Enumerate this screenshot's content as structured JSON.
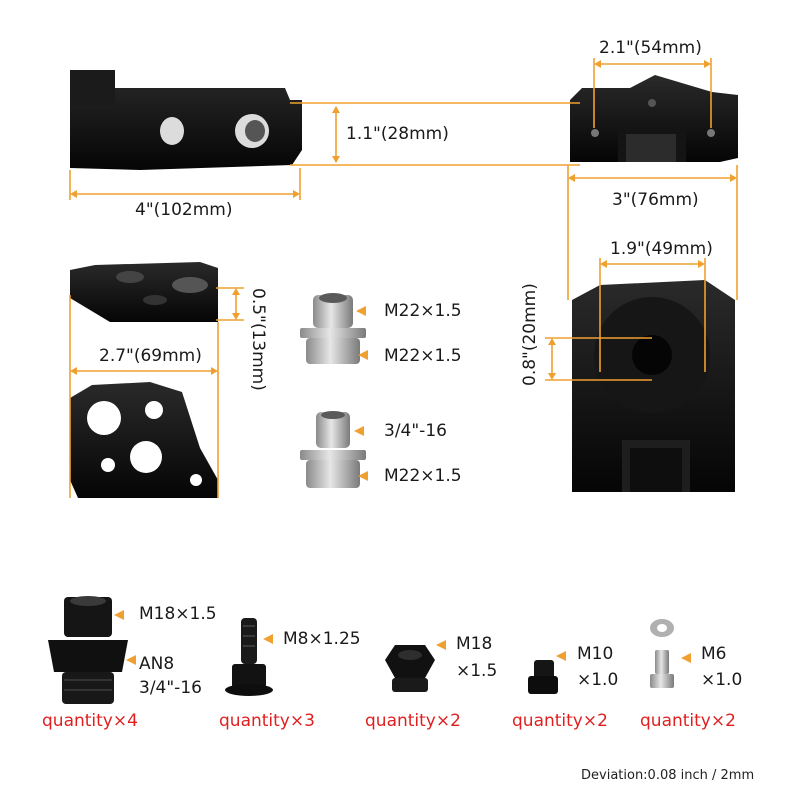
{
  "colors": {
    "accent": "#f0a030",
    "quantity": "#e02020",
    "part": "#0d0d0d",
    "metal": "#b8b8b8"
  },
  "dimensions": {
    "top_block_height": "1.1\"(28mm)",
    "top_block_length": "4\"(102mm)",
    "side_hole_spacing": "2.1\"(54mm)",
    "side_width": "3\"(76mm)",
    "port_spacing": "1.9\"(49mm)",
    "port_offset": "0.8\"(20mm)",
    "plate_thickness": "0.5\"(13mm)",
    "plate_width": "2.7\"(69mm)"
  },
  "fittings": {
    "adapter1_top": "M22×1.5",
    "adapter1_bottom": "M22×1.5",
    "adapter2_top": "3/4\"-16",
    "adapter2_bottom": "M22×1.5"
  },
  "parts": [
    {
      "label_a": "M18×1.5",
      "label_b": "AN8",
      "label_c": "3/4\"-16",
      "quantity": "quantity×4",
      "icon": "an8-fitting-icon"
    },
    {
      "label_a": "M8×1.25",
      "quantity": "quantity×3",
      "icon": "bolt-icon"
    },
    {
      "label_a": "M18",
      "label_b": "×1.5",
      "quantity": "quantity×2",
      "icon": "hex-plug-icon"
    },
    {
      "label_a": "M10",
      "label_b": "×1.0",
      "quantity": "quantity×2",
      "icon": "small-plug-icon"
    },
    {
      "label_a": "M6",
      "label_b": "×1.0",
      "quantity": "quantity×2",
      "icon": "screw-washer-icon"
    }
  ],
  "deviation_note": "Deviation:0.08 inch / 2mm"
}
